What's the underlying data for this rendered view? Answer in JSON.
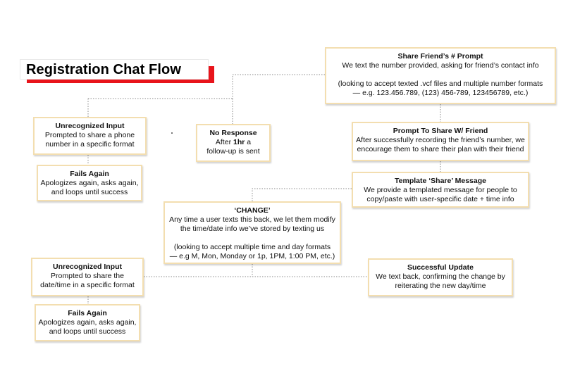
{
  "title": "Registration Chat Flow",
  "colors": {
    "accent": "#e8141b",
    "box_border": "#f3deb0",
    "connector": "#8a8a8a"
  },
  "nodes": {
    "share_prompt": {
      "title": "Share Friend’s # Prompt",
      "line1": "We text the number provided, asking for friend’s contact info",
      "line2": "(looking to accept texted .vcf files and multiple number formats",
      "line3": "— e.g. 123.456.789, (123) 456-789, 123456789, etc.)"
    },
    "unrecognized_phone": {
      "title": "Unrecognized Input",
      "line1": "Prompted to share a phone",
      "line2": "number in a specific format"
    },
    "fails_again_1": {
      "title": "Fails Again",
      "line1": "Apologizes again, asks again,",
      "line2": "and loops until success"
    },
    "no_response": {
      "title": "No Response",
      "line1_prefix": "After ",
      "line1_bold": "1hr",
      "line1_suffix": " a",
      "line2": "follow-up is sent"
    },
    "prompt_share_friend": {
      "title": "Prompt To Share W/ Friend",
      "line1": "After successfully recording the friend’s number, we",
      "line2": "encourage them to share their plan with their friend"
    },
    "template_share": {
      "title": "Template ‘Share’ Message",
      "line1": "We provide a templated message for people to",
      "line2": "copy/paste with user-specific date + time info"
    },
    "change": {
      "title": "‘CHANGE’",
      "line1": "Any time a user texts this back, we let them modify",
      "line2": "the time/date info we’ve stored by texting us",
      "line3": "(looking to accept multiple time and day formats",
      "line4": "— e.g M, Mon, Monday or 1p, 1PM, 1:00 PM, etc.)"
    },
    "unrecognized_datetime": {
      "title": "Unrecognized Input",
      "line1": "Prompted to share the",
      "line2": "date/time in a specific format"
    },
    "fails_again_2": {
      "title": "Fails Again",
      "line1": "Apologizes again, asks again,",
      "line2": "and loops until success"
    },
    "successful_update": {
      "title": "Successful Update",
      "line1": "We text back, confirming the change by",
      "line2": "reiterating the new day/time"
    }
  }
}
